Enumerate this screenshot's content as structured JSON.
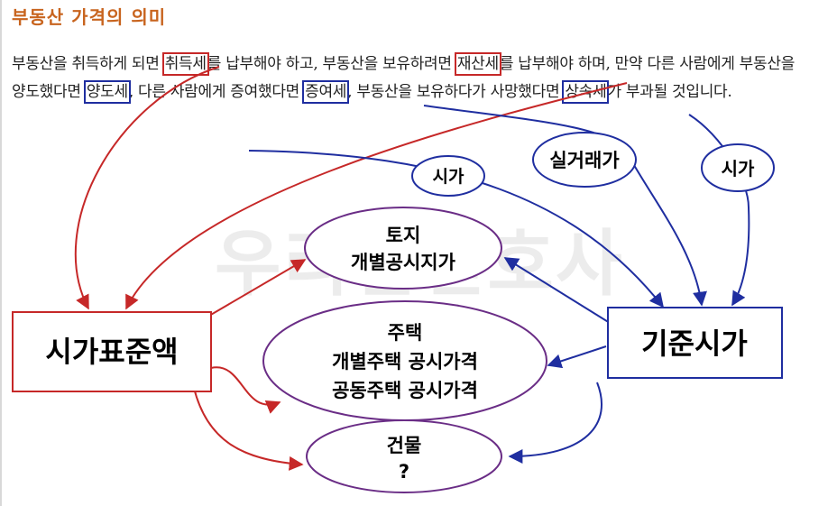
{
  "title": "부동산 가격의 의미",
  "paragraph": {
    "seg1": "부동산을 취득하게 되면 ",
    "tax_acquisition": "취득세",
    "seg2": "를 납부해야 하고, 부동산을 보유하려면 ",
    "tax_property": "재산세",
    "seg3": "를 납부해야 하며, 만약 다른 사람에게 부동산을 양도했다면 ",
    "tax_transfer": "양도세",
    "seg4": ", 다른 사람에게 증여했다면 ",
    "tax_gift": "증여세",
    "seg5": ", 부동산을 보유하다가 사망했다면 ",
    "tax_inheritance": "상속세",
    "seg6": "가 부과될 것입니다."
  },
  "watermark": "우리집변호사",
  "diagram": {
    "market_standard": "시가표준액",
    "standard_price": "기준시가",
    "land_line1": "토지",
    "land_line2": "개별공시지가",
    "housing_line1": "주택",
    "housing_line2": "개별주택 공시가격",
    "housing_line3": "공동주택 공시가격",
    "building_line1": "건물",
    "building_line2": "?",
    "label_market_price_1": "시가",
    "label_actual_price": "실거래가",
    "label_market_price_2": "시가"
  },
  "colors": {
    "title": "#c8641e",
    "red": "#c62828",
    "blue": "#1f2ea0",
    "purple": "#6a2d86"
  }
}
